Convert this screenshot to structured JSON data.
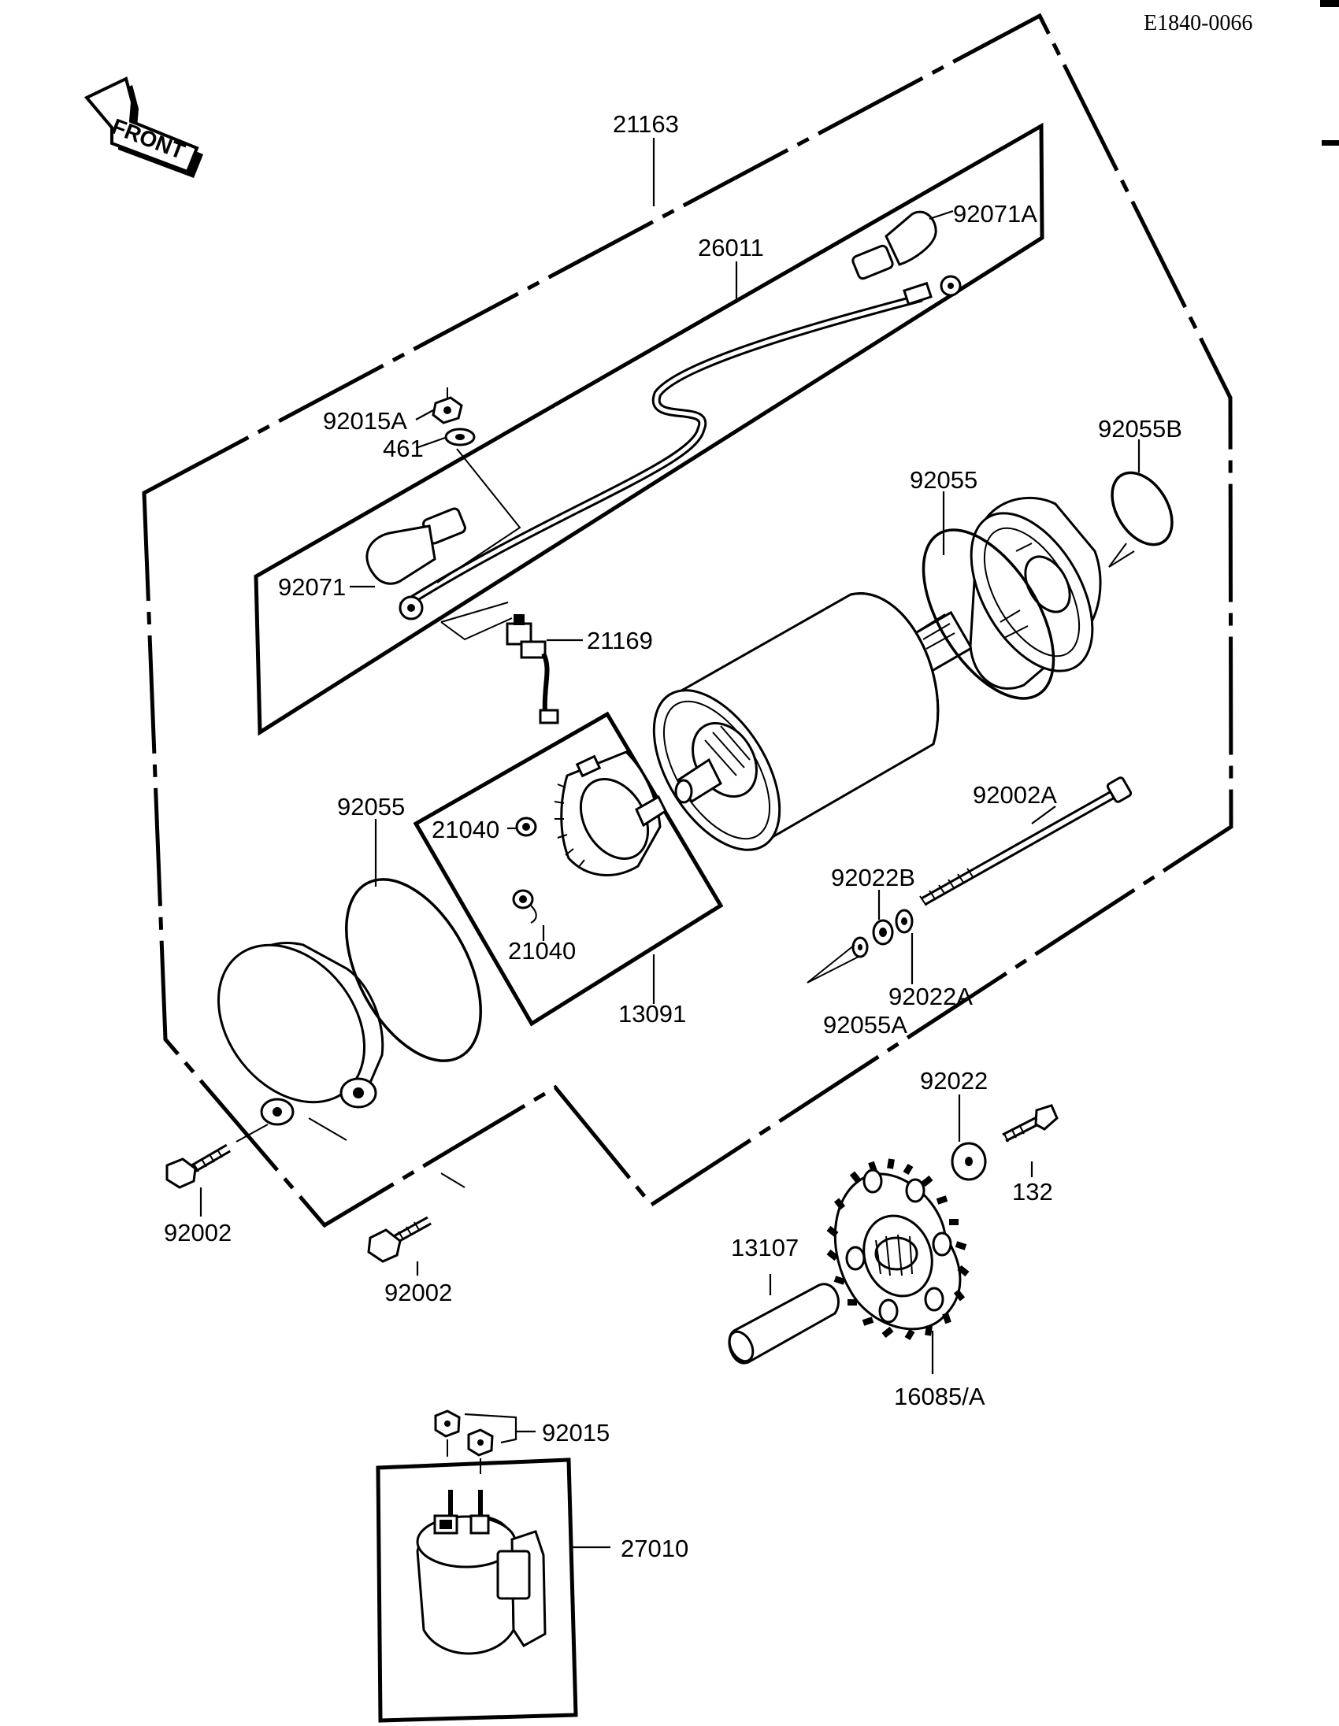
{
  "document_code": "E1840-0066",
  "front_label": "FRONT",
  "parts": {
    "p21163": "21163",
    "p26011": "26011",
    "p92071A": "92071A",
    "p92015A": "92015A",
    "p461": "461",
    "p92055B": "92055B",
    "p92055_top": "92055",
    "p92071": "92071",
    "p21169": "21169",
    "p92055_left": "92055",
    "p21040_a": "21040",
    "p21040_b": "21040",
    "p13091": "13091",
    "p92002A": "92002A",
    "p92022B": "92022B",
    "p92022A": "92022A",
    "p92055A": "92055A",
    "p92022": "92022",
    "p132": "132",
    "p92002_left": "92002",
    "p92002_mid": "92002",
    "p13107": "13107",
    "p16085A": "16085/A",
    "p92015": "92015",
    "p27010": "27010"
  }
}
